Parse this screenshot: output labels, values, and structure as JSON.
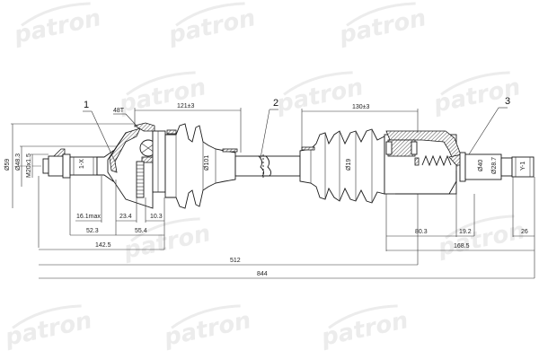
{
  "drawing": {
    "title": "Drive shaft assembly technical drawing",
    "watermark_text": "patron",
    "callouts": [
      {
        "id": "1",
        "label": "1"
      },
      {
        "id": "2",
        "label": "2"
      },
      {
        "id": "3",
        "label": "3"
      }
    ],
    "left_joint": {
      "abs_label": "48T",
      "boot_length": "121±3",
      "shaft_diameter": "Ø101",
      "outer_diameter": "Ø59",
      "seal_diameter": "Ø48.3",
      "thread": "M20x1.5",
      "spline_label": "1-X"
    },
    "right_joint": {
      "boot_length": "130±3",
      "shaft_diameter": "Ø19",
      "outer_diameter": "Ø40",
      "stub_diameter": "Ø28.7",
      "spline_label": "Y-1"
    },
    "dimensions": {
      "d_16_1max": "16.1max",
      "d_23_4": "23.4",
      "d_10_3": "10.3",
      "d_52_3": "52.3",
      "d_55_4": "55.4",
      "d_142_5": "142.5",
      "d_512": "512",
      "d_844": "844",
      "d_80_3": "80.3",
      "d_19_2": "19.2",
      "d_168_5": "168.5",
      "d_26": "26"
    },
    "colors": {
      "line": "#1a1a1a",
      "watermark": "#ececec",
      "background": "#ffffff"
    }
  }
}
